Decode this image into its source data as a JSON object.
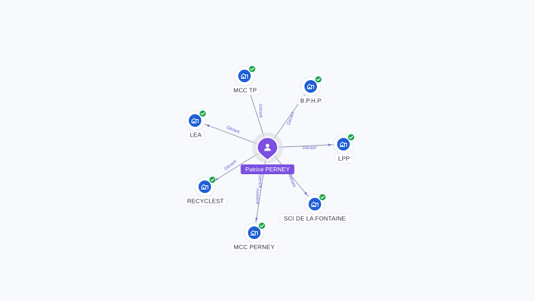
{
  "center": {
    "name": "Patrice PERNEY",
    "icon": "person-icon"
  },
  "nodes": [
    {
      "key": "mcc-tp",
      "label": "MCC TP",
      "edge_labels": [
        "Gérant"
      ],
      "icon": "company-icon",
      "verified": true
    },
    {
      "key": "bphp",
      "label": "B.P.H.P.",
      "edge_labels": [
        "Gérant"
      ],
      "icon": "company-icon",
      "verified": true
    },
    {
      "key": "lpp",
      "label": "LPP",
      "edge_labels": [
        "Gérant"
      ],
      "icon": "company-icon",
      "verified": true
    },
    {
      "key": "sci-de-la-fontaine",
      "label": "SCI DE LA FONTAINE",
      "edge_labels": [
        "Gérant"
      ],
      "icon": "company-icon",
      "verified": true
    },
    {
      "key": "mcc-perney",
      "label": "MCC PERNEY",
      "edge_labels": [
        "Gérant",
        "Associé"
      ],
      "icon": "company-icon",
      "verified": true
    },
    {
      "key": "recyclest",
      "label": "RECYCLEST",
      "edge_labels": [
        "Gérant"
      ],
      "icon": "company-icon",
      "verified": true
    },
    {
      "key": "lea",
      "label": "LEA",
      "edge_labels": [
        "Gérant"
      ],
      "icon": "company-icon",
      "verified": true
    }
  ],
  "colors": {
    "accent": "#7b4fe0",
    "node": "#1f5fd6",
    "verified": "#1aa34a",
    "edge_label": "#6c63d9"
  }
}
